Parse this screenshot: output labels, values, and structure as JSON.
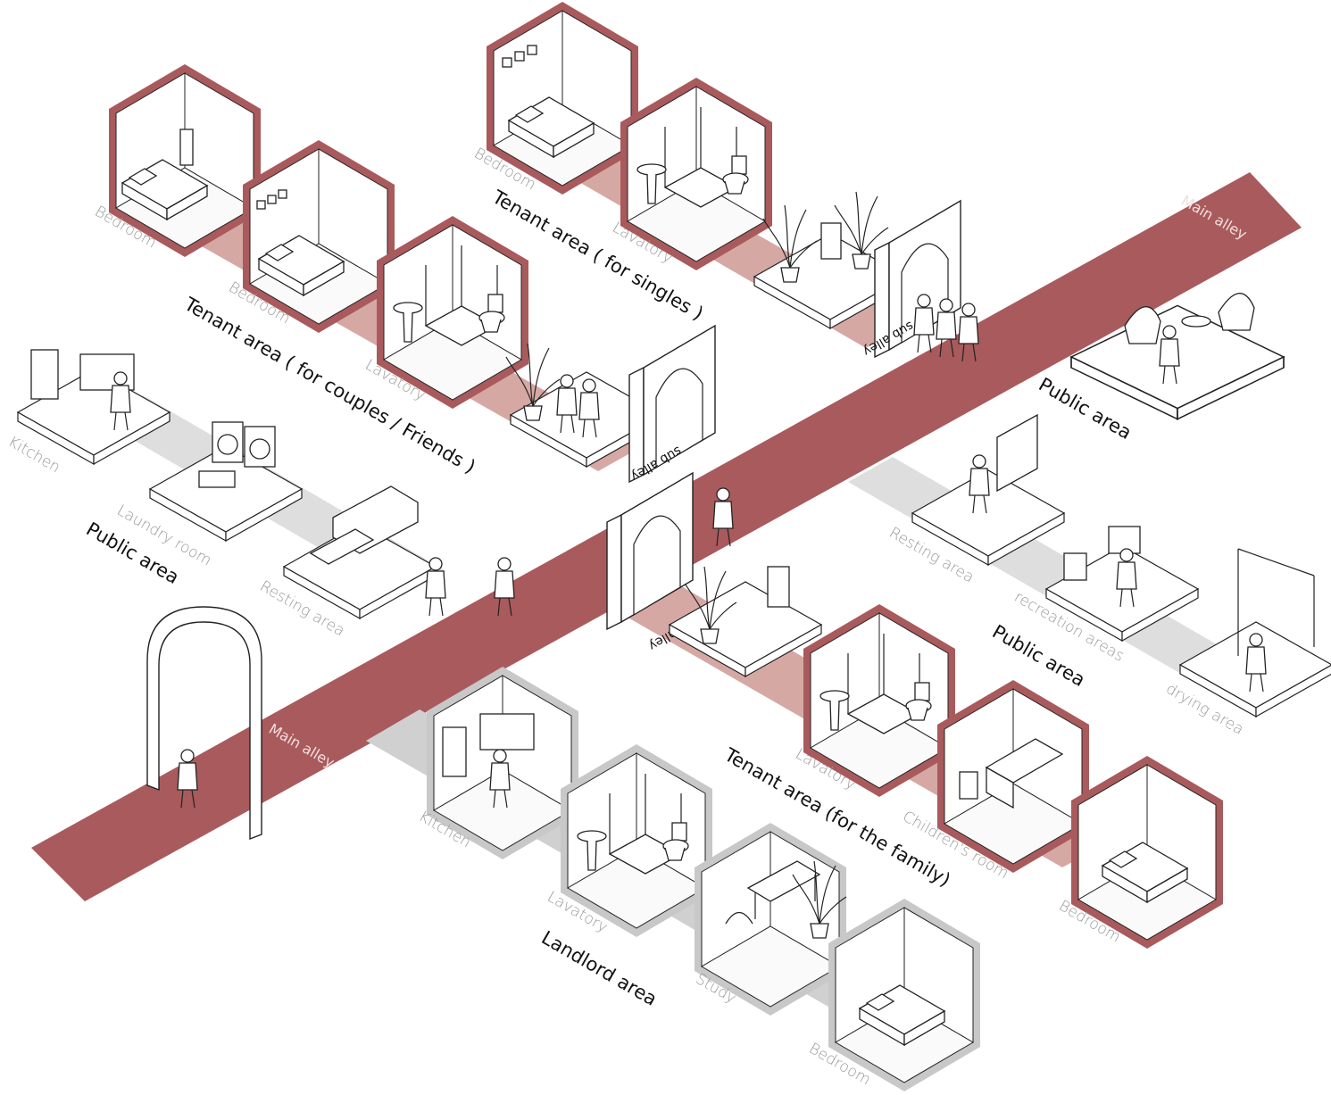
{
  "colors": {
    "main_alley": "#a95a5c",
    "tenant_path": "#d6a8a4",
    "tenant_frame": "#a95a5c",
    "landlord_frame": "#bdbdbd",
    "public_path": "#dedede",
    "label_gray": "#9a9a9a"
  },
  "main_alley_labels": [
    "Main alley",
    "Main alley"
  ],
  "sub_alley_labels": [
    "sub alley",
    "sub alley",
    "sub alley"
  ],
  "tenant_singles": {
    "title": "Tenant area ( for singles )",
    "rooms": [
      "Bedroom",
      "Lavatory"
    ]
  },
  "tenant_couples": {
    "title": "Tenant area ( for couples / Friends )",
    "rooms": [
      "Bedroom",
      "Bedroom",
      "Lavatory"
    ]
  },
  "public_left": {
    "title": "Public area",
    "rooms": [
      "Kitchen",
      "Laundry room",
      "Resting area"
    ]
  },
  "public_top_right": {
    "title": "Public area"
  },
  "public_right": {
    "title": "Public area",
    "rooms": [
      "Resting area",
      "recreation areas",
      "drying area"
    ]
  },
  "tenant_family": {
    "title": "Tenant area (for the family)",
    "rooms": [
      "Lavatory",
      "Children's room",
      "Bedroom"
    ]
  },
  "landlord": {
    "title": "Landlord area",
    "rooms": [
      "Kitchen",
      "Lavatory",
      "Study",
      "Bedroom"
    ]
  },
  "icons": [
    "arch-gate-icon",
    "person-icon",
    "plant-icon",
    "bed-icon",
    "toilet-icon",
    "shower-icon",
    "washing-machine-icon",
    "sofa-icon",
    "fridge-icon",
    "crib-icon",
    "desk-icon",
    "chair-icon",
    "clothes-rack-icon"
  ]
}
